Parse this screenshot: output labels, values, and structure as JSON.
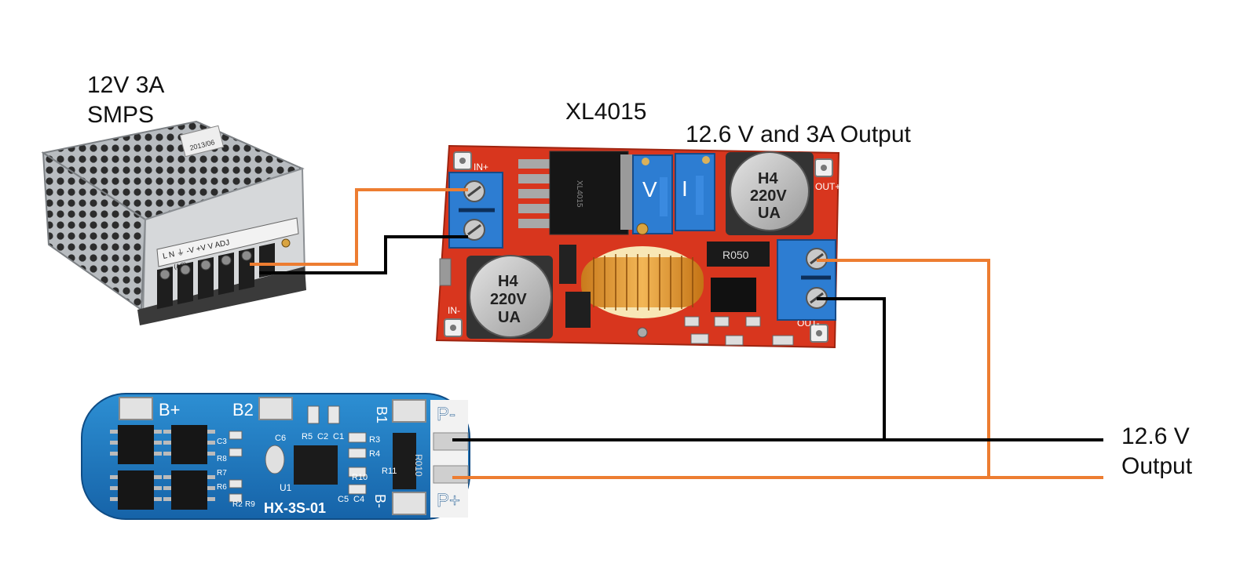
{
  "labels": {
    "smps": "12V 3A\nSMPS",
    "xl4015": "XL4015",
    "xl_output": "12.6 V and 3A Output",
    "final_output": "12.6 V\nOutput"
  },
  "smps": {
    "terminal_text": "L  N  ⏚  -V  +V   V ADJ",
    "terminal_sub": "(AC)",
    "sticker": "2013/06"
  },
  "xl4015": {
    "silk_in_plus": "IN+",
    "silk_in_minus": "IN-",
    "silk_out_plus": "OUT+",
    "silk_out_minus": "OUT-",
    "pot_v": "V",
    "pot_i": "I",
    "cap_text": "H4\n220V\nUA",
    "resistor": "R050"
  },
  "bms": {
    "model": "HX-3S-01",
    "pad_b_plus": "B+",
    "pad_b2": "B2",
    "pad_b1": "B1",
    "pad_b_minus": "B-",
    "pad_p_minus": "P-",
    "pad_p_plus": "P+",
    "chip": "U1",
    "shunt": "R010",
    "silk": [
      "C6",
      "R5",
      "C2",
      "C1",
      "R3",
      "R4",
      "R10",
      "R11",
      "C5",
      "C4",
      "R2",
      "R6",
      "R7",
      "R8",
      "C3",
      "R9"
    ]
  },
  "colors": {
    "positive_wire": "#ED7D31",
    "negative_wire": "#000000",
    "pcb_red": "#D8361E",
    "pcb_blue": "#1F6FB8",
    "terminal_blue": "#2D7DD2"
  }
}
